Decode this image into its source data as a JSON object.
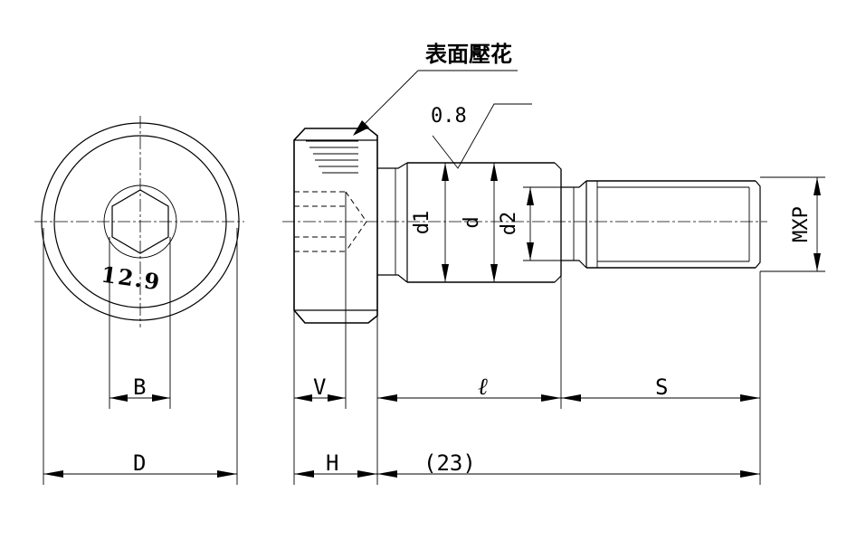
{
  "annotation": {
    "surface_note": "表面壓花"
  },
  "surface_finish": "0.8",
  "head_marking": "12.9",
  "dimensions": {
    "B": "B",
    "D": "D",
    "V": "V",
    "H": "H",
    "l": "ℓ",
    "S": "S",
    "overall": "(23)",
    "d1": "d1",
    "d": "d",
    "d2": "d2",
    "thread": "MXP"
  }
}
